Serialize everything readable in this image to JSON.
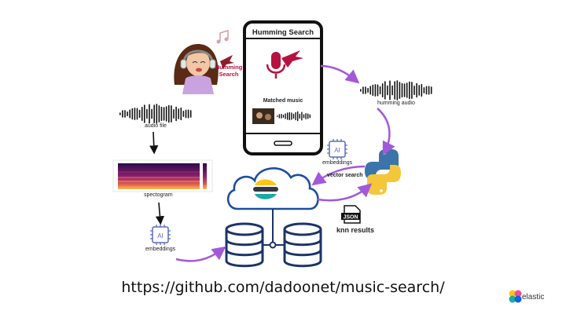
{
  "phone": {
    "title": "Humming Search",
    "matched_label": "Matched music"
  },
  "girl": {
    "label_line1": "Humming",
    "label_line2": "Search"
  },
  "labels": {
    "humming_audio": "humming audio",
    "audio_file": "audio file",
    "spectogram": "spectogram",
    "embeddings_left": "embeddings",
    "embeddings_right": "embeddings",
    "vector_search": "vector search",
    "knn_results": "knn results",
    "json_badge": "JSON",
    "ai_chip": "AI"
  },
  "url": "https://github.com/dadoonet/music-search/",
  "brand": {
    "name": "elastic"
  },
  "colors": {
    "arrow_purple": "#a259d9",
    "phone_frame": "#111111",
    "mic_red": "#b5123f",
    "db_navy": "#1c3468",
    "cloud_blue": "#1b4f9c",
    "elastic_pink": "#f04e98",
    "elastic_teal": "#1ba9a5",
    "elastic_yellow": "#fec514",
    "python_blue": "#3b74a8",
    "python_yellow": "#f4c73a"
  },
  "icons": [
    "girl-with-headphones-icon",
    "music-note-icon",
    "microphone-icon",
    "hummingbird-icon",
    "waveform-icon",
    "spectrogram-icon",
    "ai-chip-icon",
    "python-logo-icon",
    "json-file-icon",
    "cloud-icon",
    "elastic-logo-icon",
    "database-icon"
  ]
}
